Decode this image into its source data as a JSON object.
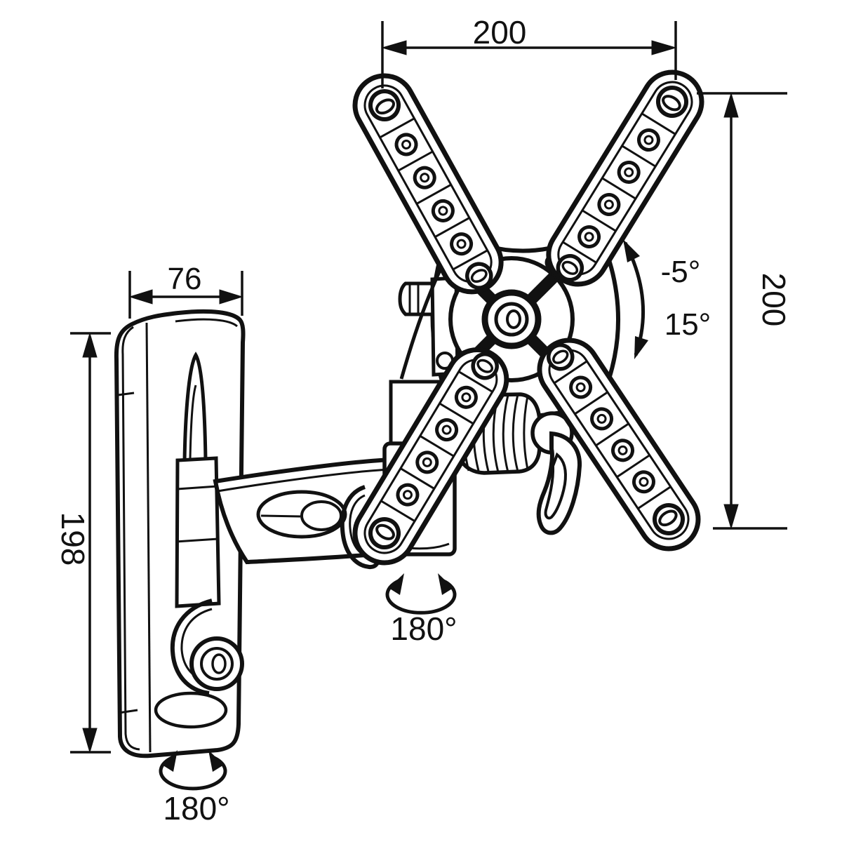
{
  "drawing": {
    "dimensions": {
      "vesa_plate_width": "200",
      "vesa_plate_height": "200",
      "wall_plate_width": "76",
      "wall_plate_height": "198"
    },
    "angles": {
      "tilt_up": "-5°",
      "tilt_down": "15°",
      "arm_swivel": "180°",
      "base_swivel": "180°"
    }
  }
}
